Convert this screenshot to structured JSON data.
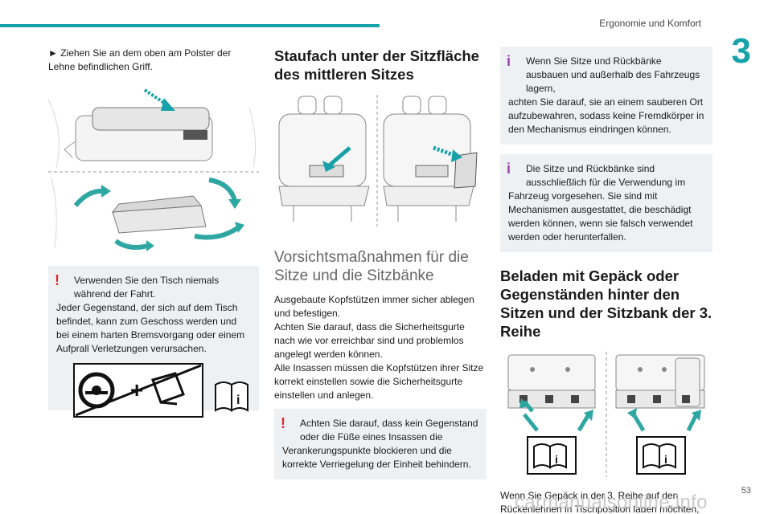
{
  "header": {
    "title": "Ergonomie und Komfort",
    "chapter": "3",
    "page_number": "53"
  },
  "watermark": "carmanualsonline.info",
  "col1": {
    "intro": "► Ziehen Sie an dem oben am Polster der Lehne befindlichen Griff.",
    "warning": {
      "first": "Verwenden Sie den Tisch niemals während der Fahrt.",
      "rest": "Jeder Gegenstand, der sich auf dem Tisch befindet, kann zum Geschoss werden und bei einem harten Bremsvorgang oder einem Aufprall Verletzungen verursachen."
    }
  },
  "col2": {
    "heading1": "Staufach unter der Sitzfläche des mittleren Sitzes",
    "heading2": "Vorsichtsmaßnahmen für die Sitze und die Sitzbänke",
    "para": [
      "Ausgebaute Kopfstützen immer sicher ablegen und befestigen.",
      "Achten Sie darauf, dass die Sicherheitsgurte nach wie vor erreichbar sind und problemlos angelegt werden können.",
      "Alle Insassen müssen die Kopfstützen ihrer Sitze korrekt einstellen sowie die Sicherheitsgurte einstellen und anlegen."
    ],
    "warning": {
      "first": "Achten Sie darauf, dass kein Gegenstand oder die Füße eines Insassen die",
      "rest": "Verankerungspunkte blockieren und die korrekte Verriegelung der Einheit behindern."
    }
  },
  "col3": {
    "info1": {
      "first": "Wenn Sie Sitze und Rückbänke ausbauen und außerhalb des Fahrzeugs lagern,",
      "rest": "achten Sie darauf, sie an einem sauberen Ort aufzubewahren, sodass keine Fremdkörper in den Mechanismus eindringen können."
    },
    "info2": {
      "first": "Die Sitze und Rückbänke sind ausschließlich für die Verwendung im",
      "rest": "Fahrzeug vorgesehen. Sie sind mit Mechanismen ausgestattet, die beschädigt werden können, wenn sie falsch verwendet werden oder herunterfallen."
    },
    "heading": "Beladen mit Gepäck oder Gegenständen hinter den Sitzen und der Sitzbank der 3. Reihe",
    "para": "Wenn Sie Gepäck in der 3. Reihe auf den Rückenlehnen in Tischposition laden möchten,"
  },
  "colors": {
    "accent": "#17a2a9",
    "warning": "#e3262f",
    "info": "#9c3fb1",
    "box_bg": "#eef1f3",
    "arrow": "#2ea7a3"
  },
  "icons": [
    "warning-exclamation-icon",
    "info-i-icon",
    "manual-book-icon",
    "steering-wheel-icon"
  ]
}
